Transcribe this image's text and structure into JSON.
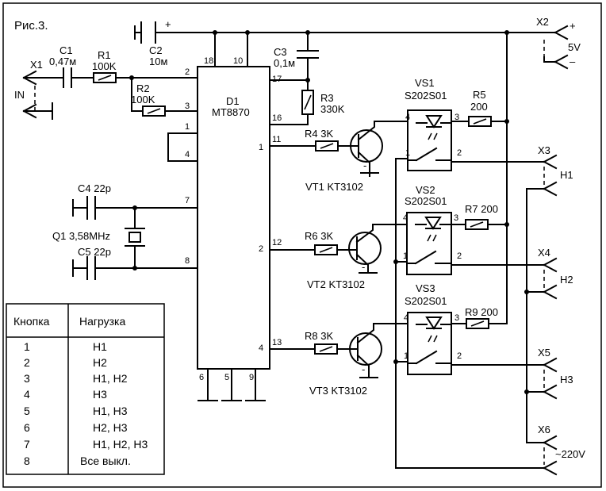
{
  "figure_title": "Рис.3.",
  "ic": {
    "ref": "D1",
    "part": "MT8870"
  },
  "ic_pins": {
    "p18": "18",
    "p10": "10",
    "p2": "2",
    "p17": "17",
    "p3": "3",
    "p16": "16",
    "p1": "1",
    "p11": "11",
    "p4": "4",
    "p7": "7",
    "p8": "8",
    "o2": "2",
    "p12": "12",
    "o4": "4",
    "p13": "13",
    "p6": "6",
    "p5": "5",
    "p9": "9",
    "o1": "1"
  },
  "components": {
    "C1": {
      "ref": "C1",
      "value": "0,47м"
    },
    "R1": {
      "ref": "R1",
      "value": "100K"
    },
    "R2": {
      "ref": "R2",
      "value": "100K"
    },
    "C2": {
      "ref": "C2",
      "value": "10м"
    },
    "C3": {
      "ref": "C3",
      "value": "0,1м"
    },
    "R3": {
      "ref": "R3",
      "value": "330K"
    },
    "C4": {
      "label": "C4 22p"
    },
    "C5": {
      "label": "C5 22p"
    },
    "Q1": {
      "label": "Q1 3,58MHz"
    },
    "R4": {
      "label": "R4 3K"
    },
    "R6": {
      "label": "R6 3K"
    },
    "R8": {
      "label": "R8 3K"
    },
    "VT1": {
      "label": "VT1 KT3102"
    },
    "VT2": {
      "label": "VT2 KT3102"
    },
    "VT3": {
      "label": "VT3 KT3102"
    },
    "VS1": {
      "ref": "VS1",
      "part": "S202S01"
    },
    "VS2": {
      "ref": "VS2",
      "part": "S202S01"
    },
    "VS3": {
      "ref": "VS3",
      "part": "S202S01"
    },
    "R5": {
      "ref": "R5",
      "value": "200"
    },
    "R7": {
      "label": "R7 200"
    },
    "R9": {
      "label": "R9 200"
    }
  },
  "relay_pins": {
    "p4": "4",
    "p3": "3",
    "p1": "1",
    "p2": "2"
  },
  "connectors": {
    "X1": {
      "ref": "X1",
      "label": "IN"
    },
    "X2": {
      "ref": "X2",
      "label": "5V",
      "plus": "+",
      "minus": "–"
    },
    "X3": {
      "ref": "X3",
      "label": "H1"
    },
    "X4": {
      "ref": "X4",
      "label": "H2"
    },
    "X5": {
      "ref": "X5",
      "label": "H3"
    },
    "X6": {
      "ref": "X6",
      "label": "~220V"
    }
  },
  "cap_plus": "+",
  "transistor_emitter_minus": "-",
  "table": {
    "headers": [
      "Кнопка",
      "Нагрузка"
    ],
    "rows": [
      [
        "1",
        "H1"
      ],
      [
        "2",
        "H2"
      ],
      [
        "3",
        "H1, H2"
      ],
      [
        "4",
        "H3"
      ],
      [
        "5",
        "H1, H3"
      ],
      [
        "6",
        "H2, H3"
      ],
      [
        "7",
        "H1, H2, H3"
      ],
      [
        "8",
        "Все выкл."
      ]
    ]
  }
}
